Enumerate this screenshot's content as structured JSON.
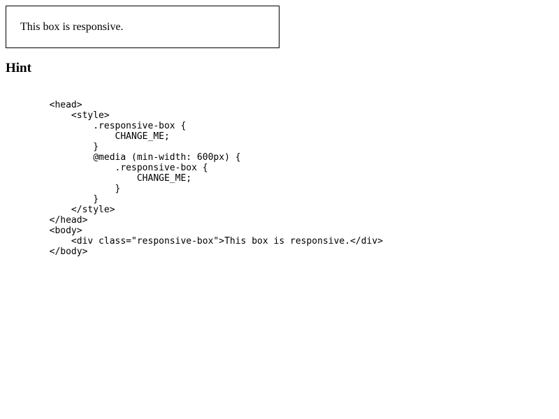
{
  "box": {
    "text": "This box is responsive."
  },
  "hint": {
    "heading": "Hint"
  },
  "code": {
    "lines": [
      "        <head>",
      "            <style>",
      "                .responsive-box {",
      "                    CHANGE_ME;",
      "                }",
      "                @media (min-width: 600px) {",
      "                    .responsive-box {",
      "                        CHANGE_ME;",
      "                    }",
      "                }",
      "            </style>",
      "        </head>",
      "        <body>",
      "            <div class=\"responsive-box\">This box is responsive.</div>",
      "        </body>"
    ]
  }
}
